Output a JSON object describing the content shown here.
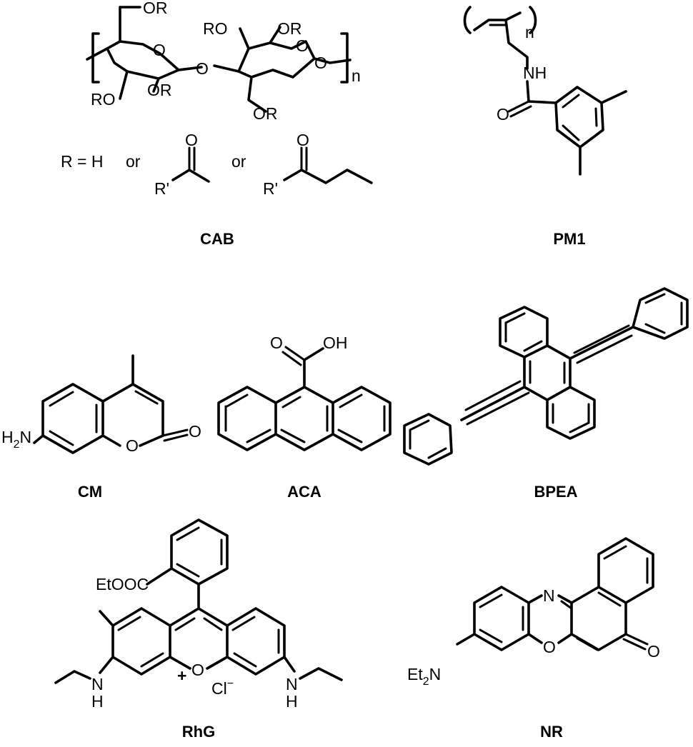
{
  "molecules": {
    "cab": {
      "label": "CAB",
      "atoms": {
        "or_top_left": "OR",
        "o_ring_left": "O",
        "ro_bottom_left": "RO",
        "or_bottom_left": "OR",
        "o_bridge": "O",
        "ro_top_right": "RO",
        "or_top_right": "OR",
        "o_ring_right": "O",
        "o_end": "O",
        "or_bottom_right": "OR",
        "subscript_n": "n"
      },
      "definition": {
        "r_equals_h": "R = H",
        "or_word_1": "or",
        "or_word_2": "or",
        "r_prime_acetyl": "R'",
        "o_acetyl": "O",
        "r_prime_butyryl": "R'",
        "o_butyryl": "O"
      }
    },
    "pm1": {
      "label": "PM1",
      "atoms": {
        "subscript_n": "n",
        "nh": "NH",
        "o": "O"
      }
    },
    "cm": {
      "label": "CM",
      "atoms": {
        "h2n": "H",
        "h2n_sub": "2",
        "h2n_n": "N",
        "o_ring": "O",
        "o_carbonyl": "O"
      }
    },
    "aca": {
      "label": "ACA",
      "atoms": {
        "o_carbonyl": "O",
        "oh": "OH"
      }
    },
    "bpea": {
      "label": "BPEA",
      "atoms": {}
    },
    "rhg": {
      "label": "RhG",
      "atoms": {
        "etoooc": "EtOOC",
        "n_left": "N",
        "h_left": "H",
        "o_plus": "O",
        "plus": "+",
        "cl": "Cl",
        "cl_charge": "−",
        "n_right": "N",
        "h_right": "H"
      }
    },
    "nr": {
      "label": "NR",
      "atoms": {
        "n_ring": "N",
        "o_ring": "O",
        "o_carbonyl": "O",
        "et": "Et",
        "et_sub": "2",
        "et_n": "N"
      }
    }
  }
}
